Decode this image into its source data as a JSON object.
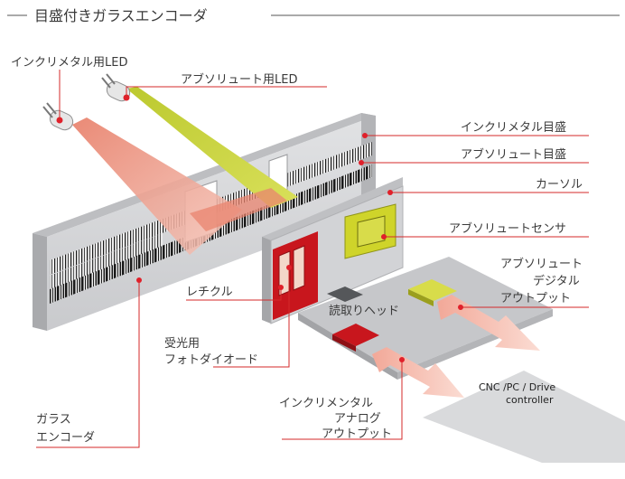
{
  "title": "目盛付きガラスエンコーダ",
  "labels": {
    "incremental_led": "インクリメタル用LED",
    "absolute_led": "アブソリュート用LED",
    "incremental_scale": "インクリメタル目盛",
    "absolute_scale": "アブソリュート目盛",
    "cursor": "カーソル",
    "absolute_sensor": "アブソリュートセンサ",
    "absolute_digital_output": [
      "アブソリュート",
      "デジタル",
      "アウトプット"
    ],
    "reticle": "レチクル",
    "read_head": "読取りヘッド",
    "photodiode": [
      "受光用",
      "フォトダイオード"
    ],
    "controller": [
      "CNC /PC / Drive",
      "controller"
    ],
    "incremental_analog_output": [
      "インクリメンタル",
      "アナログ",
      "アウトプット"
    ],
    "glass_encoder": [
      "ガラス",
      "エンコーダ"
    ]
  },
  "colors": {
    "leader_line": "#d42a2a",
    "marker": "#e0202a",
    "incremental_beam": "#e88572",
    "absolute_beam": "#c4d03a",
    "reticle_door": "#c8161d",
    "sensor": "#cfd42a",
    "arrow_fill": "#f9c7bd",
    "scale_body": "#d4d5d7",
    "head_plate": "#c9cacc"
  }
}
